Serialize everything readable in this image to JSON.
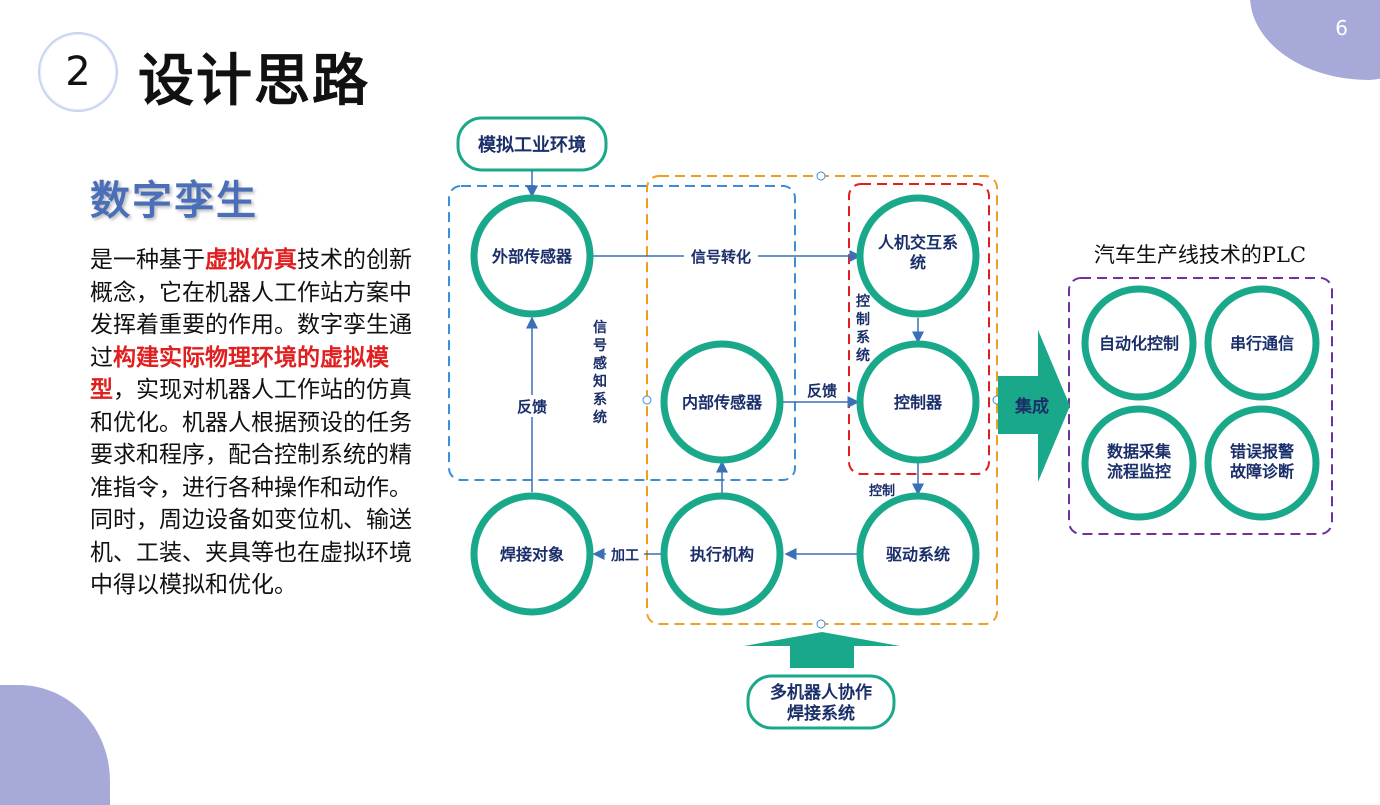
{
  "page_number": "6",
  "section_number": "2",
  "title": "设计思路",
  "subtitle": "数字孪生",
  "body": {
    "p1": "是一种基于",
    "h1": "虚拟仿真",
    "p2": "技术的创新概念，它在机器人工作站方案中发挥着重要的作用。数字孪生通过",
    "h2": "构建实际物理环境的虚拟模型",
    "p3": "，实现对机器人工作站的仿真和优化。机器人根据预设的任务要求和程序，配合控制系统的精准指令，进行各种操作和动作。同时，周边设备如变位机、输送机、工装、夹具等也在虚拟环境中得以模拟和优化。"
  },
  "diagram": {
    "top_box": "模拟工业环境",
    "bottom_box_line1": "多机器人协作",
    "bottom_box_line2": "焊接系统",
    "nodes": {
      "external_sensor": "外部传感器",
      "hmi_line1": "人机交互系",
      "hmi_line2": "统",
      "internal_sensor": "内部传感器",
      "controller": "控制器",
      "weld_object": "焊接对象",
      "actuator": "执行机构",
      "drive": "驱动系统"
    },
    "edges": {
      "signal_convert": "信号转化",
      "feedback_left": "反馈",
      "feedback_mid": "反馈",
      "process": "加工",
      "control": "控制"
    },
    "region_labels": {
      "sensing": [
        "信",
        "号",
        "感",
        "知",
        "系",
        "统"
      ],
      "control_system": [
        "控",
        "制",
        "系",
        "统"
      ]
    },
    "integrate": "集成",
    "plc_title": "汽车生产线技术的PLC",
    "plc_items": {
      "auto_control": "自动化控制",
      "serial_comm": "串行通信",
      "data1": "数据采集",
      "data2": "流程监控",
      "err1": "错误报警",
      "err2": "故障诊断"
    },
    "colors": {
      "teal": "#1aa88a",
      "blue_dash": "#3b8fd6",
      "orange_dash": "#f0a020",
      "red_dash": "#e02020",
      "purple_dash": "#7030a0",
      "arrow": "#3b6fb8"
    }
  }
}
